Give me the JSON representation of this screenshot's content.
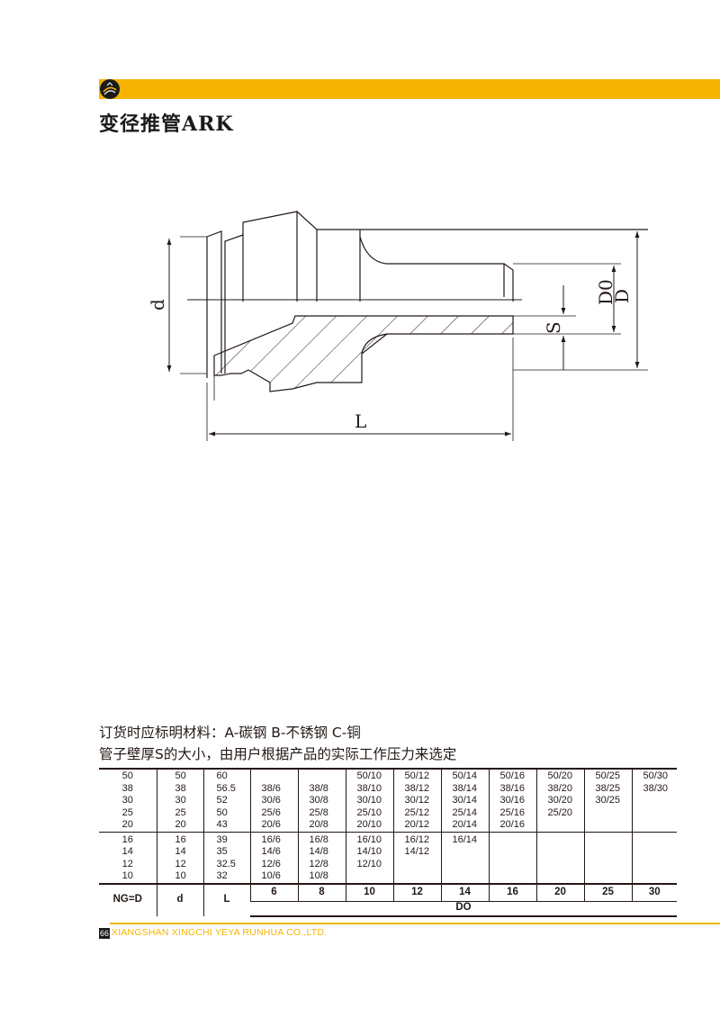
{
  "header": {
    "title": "变径推管ARK",
    "logo_icon": "company-logo-icon",
    "accent": "#f6b400"
  },
  "drawing": {
    "labels": {
      "d": "d",
      "L": "L",
      "D0": "D0",
      "D": "D",
      "S": "S"
    }
  },
  "notes": [
    "订货时应标明材料：A-碳钢 B-不锈钢 C-铜",
    "管子壁厚S的大小，由用户根据产品的实际工作压力来选定"
  ],
  "table": {
    "columns": [
      "NG=D",
      "d",
      "L",
      "6",
      "8",
      "10",
      "12",
      "14",
      "16",
      "20",
      "25",
      "30"
    ],
    "do_label": "DO",
    "group1": [
      [
        "50",
        "50",
        "60",
        "",
        "",
        "50/10",
        "50/12",
        "50/14",
        "50/16",
        "50/20",
        "50/25",
        "50/30"
      ],
      [
        "38",
        "38",
        "56.5",
        "38/6",
        "38/8",
        "38/10",
        "38/12",
        "38/14",
        "38/16",
        "38/20",
        "38/25",
        "38/30"
      ],
      [
        "30",
        "30",
        "52",
        "30/6",
        "30/8",
        "30/10",
        "30/12",
        "30/14",
        "30/16",
        "30/20",
        "30/25",
        ""
      ],
      [
        "25",
        "25",
        "50",
        "25/6",
        "25/8",
        "25/10",
        "25/12",
        "25/14",
        "25/16",
        "25/20",
        "",
        ""
      ],
      [
        "20",
        "20",
        "43",
        "20/6",
        "20/8",
        "20/10",
        "20/12",
        "20/14",
        "20/16",
        "",
        "",
        ""
      ]
    ],
    "group2": [
      [
        "16",
        "16",
        "39",
        "16/6",
        "16/8",
        "16/10",
        "16/12",
        "16/14",
        "",
        "",
        "",
        ""
      ],
      [
        "14",
        "14",
        "35",
        "14/6",
        "14/8",
        "14/10",
        "14/12",
        "",
        "",
        "",
        "",
        ""
      ],
      [
        "12",
        "12",
        "32.5",
        "12/6",
        "12/8",
        "12/10",
        "",
        "",
        "",
        "",
        "",
        ""
      ],
      [
        "10",
        "10",
        "32",
        "10/6",
        "10/8",
        "",
        "",
        "",
        "",
        "",
        "",
        ""
      ]
    ]
  },
  "footer": {
    "page": "66",
    "company": "XIANGSHAN XINGCHI YEYA RUNHUA CO.,LTD."
  }
}
